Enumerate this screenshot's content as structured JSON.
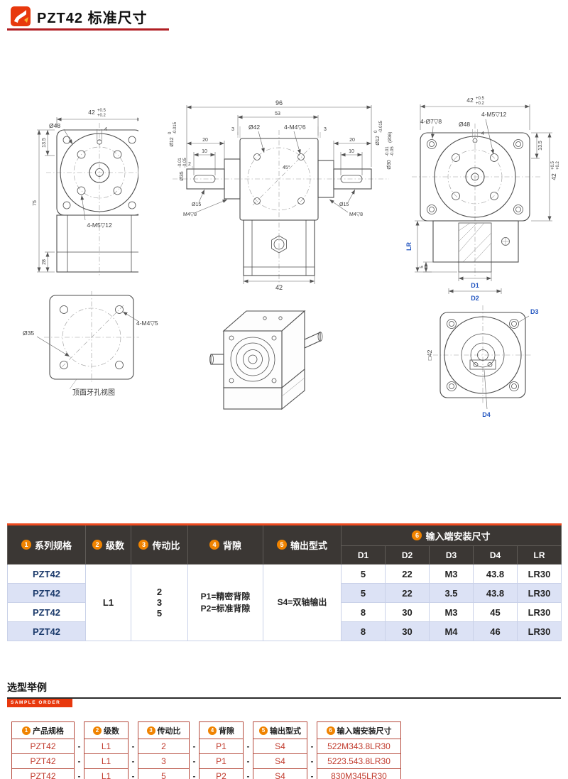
{
  "header": {
    "title": "PZT42 标准尺寸"
  },
  "drawings": {
    "tol42": {
      "m": "42",
      "u": "+0.5",
      "l": "+0.2"
    },
    "v1": {
      "d48": "Ø48",
      "dim4": "4",
      "dim135": "13.5",
      "dim75": "75",
      "dim28": "28",
      "m5": "4-M5▽12"
    },
    "v2": {
      "dim96": "96",
      "dim53": "53",
      "dim3": "3",
      "d42": "Ø42",
      "m4holes": "4-M4▽6",
      "dim20": "20",
      "dim10": "10",
      "dim2": "2",
      "d12": {
        "m": "Ø12",
        "u": "0",
        "l": "-0.015"
      },
      "d35": {
        "m": "Ø35",
        "u": "-0.01",
        "l": "-0.05"
      },
      "d30": {
        "m": "Ø30",
        "u": "-0.01",
        "l": "-0.05",
        "x": "(Ø36)"
      },
      "d15": "Ø15",
      "m4": "M4▽8",
      "angle": "45°",
      "dim42": "42"
    },
    "v3": {
      "m5": "4-M5▽12",
      "d7": "4-Ø7▽8",
      "d48": "Ø48",
      "dim4": "4",
      "dim135": "13.5",
      "lr": "LR",
      "dim5": "5",
      "d1": "D1",
      "d2": "D2"
    },
    "v4": {
      "d35": "Ø35",
      "m4": "4-M4▽5",
      "caption": "顶面牙孔视图"
    },
    "v6": {
      "d3": "D3",
      "sq": "□42",
      "d4": "D4"
    }
  },
  "main_table": {
    "cols": [
      {
        "n": "1",
        "t": "系列规格"
      },
      {
        "n": "2",
        "t": "级数"
      },
      {
        "n": "3",
        "t": "传动比"
      },
      {
        "n": "4",
        "t": "背隙"
      },
      {
        "n": "5",
        "t": "输出型式"
      },
      {
        "n": "6",
        "t": "输入端安装尺寸"
      }
    ],
    "sub": [
      "D1",
      "D2",
      "D3",
      "D4",
      "LR"
    ],
    "merged": {
      "level": "L1",
      "ratios": [
        "2",
        "3",
        "5"
      ],
      "backlash": [
        "P1=精密背隙",
        "P2=标准背隙"
      ],
      "output": "S4=双轴输出"
    },
    "rows": [
      {
        "series": "PZT42",
        "d1": "5",
        "d2": "22",
        "d3": "M3",
        "d4": "43.8",
        "lr": "LR30"
      },
      {
        "series": "PZT42",
        "d1": "5",
        "d2": "22",
        "d3": "3.5",
        "d4": "43.8",
        "lr": "LR30"
      },
      {
        "series": "PZT42",
        "d1": "8",
        "d2": "30",
        "d3": "M3",
        "d4": "45",
        "lr": "LR30"
      },
      {
        "series": "PZT42",
        "d1": "8",
        "d2": "30",
        "d3": "M4",
        "d4": "46",
        "lr": "LR30"
      }
    ]
  },
  "sample": {
    "title": "选型举例",
    "banner": "SAMPLE ORDER",
    "dash": "-",
    "headers": [
      {
        "n": "1",
        "t": "产品规格"
      },
      {
        "n": "2",
        "t": "级数"
      },
      {
        "n": "3",
        "t": "传动比"
      },
      {
        "n": "4",
        "t": "背隙"
      },
      {
        "n": "5",
        "t": "输出型式"
      },
      {
        "n": "6",
        "t": "输入端安装尺寸"
      }
    ],
    "rows": [
      [
        "PZT42",
        "L1",
        "2",
        "P1",
        "S4",
        "522M343.8LR30"
      ],
      [
        "PZT42",
        "L1",
        "3",
        "P1",
        "S4",
        "5223.543.8LR30"
      ],
      [
        "PZT42",
        "L1",
        "5",
        "P2",
        "S4",
        "830M345LR30"
      ]
    ]
  }
}
